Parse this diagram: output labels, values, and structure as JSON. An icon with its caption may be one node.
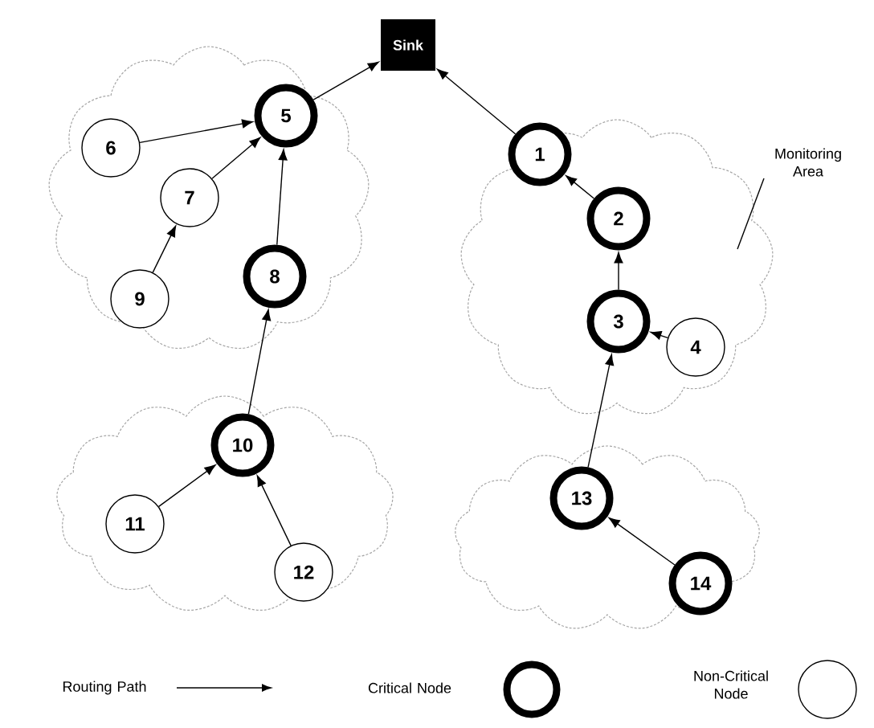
{
  "diagram": {
    "nodes": [
      {
        "text": [
          "Sink"
        ]
      },
      {
        "text": [],
        "shape": "cloud"
      },
      {
        "text": [
          "5"
        ],
        "in": 1
      },
      {
        "text": [
          "6"
        ],
        "in": 1
      },
      {
        "text": [
          "7"
        ],
        "in": 1
      },
      {
        "text": [
          "9"
        ],
        "in": 1
      },
      {
        "text": [
          "8"
        ],
        "in": 1
      },
      {
        "text": [],
        "shape": "cloud"
      },
      {
        "text": [
          "1"
        ],
        "in": 7
      },
      {
        "text": [
          "2"
        ],
        "in": 7
      },
      {
        "text": [
          "3"
        ],
        "in": 7
      },
      {
        "text": [
          "4"
        ],
        "in": 7
      },
      {
        "text": [],
        "shape": "cloud"
      },
      {
        "text": [
          "10"
        ],
        "in": 12
      },
      {
        "text": [
          "11"
        ],
        "in": 12
      },
      {
        "text": [
          "12"
        ],
        "in": 12
      },
      {
        "text": [],
        "shape": "cloud"
      },
      {
        "text": [
          "13"
        ],
        "in": 16
      },
      {
        "text": [
          "14"
        ],
        "in": 16
      },
      {
        "text": [
          "Monitoring Area"
        ]
      }
    ],
    "edges": [
      {
        "from": 2,
        "to": 0,
        "arrow": "to"
      },
      {
        "from": 8,
        "to": 0,
        "arrow": "to"
      },
      {
        "from": 3,
        "to": 2,
        "arrow": "to"
      },
      {
        "from": 4,
        "to": 2,
        "arrow": "to"
      },
      {
        "from": 5,
        "to": 4,
        "arrow": "to"
      },
      {
        "from": 6,
        "to": 2,
        "arrow": "to"
      },
      {
        "from": 13,
        "to": 6,
        "arrow": "to"
      },
      {
        "from": 14,
        "to": 13,
        "arrow": "to"
      },
      {
        "from": 15,
        "to": 13,
        "arrow": "to"
      },
      {
        "from": 9,
        "to": 8,
        "arrow": "to"
      },
      {
        "from": 10,
        "to": 9,
        "arrow": "to"
      },
      {
        "from": 11,
        "to": 10,
        "arrow": "to"
      },
      {
        "from": 17,
        "to": 10,
        "arrow": "to"
      },
      {
        "from": 18,
        "to": 17,
        "arrow": "to"
      },
      {
        "from": 19,
        "to": 7,
        "arrow": "none"
      }
    ],
    "legend": [
      {
        "text": "Routing Path"
      },
      {
        "text": "Critical Node"
      },
      {
        "text": "Non-Critical Node"
      }
    ]
  }
}
